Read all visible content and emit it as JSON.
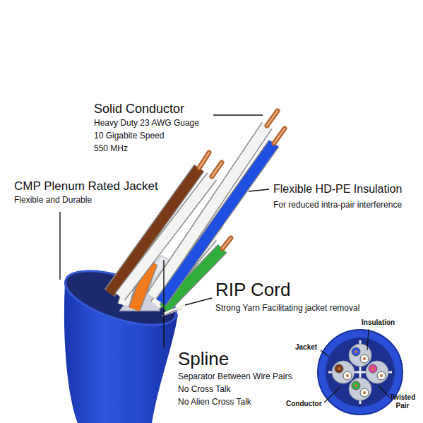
{
  "diagram": {
    "labels": [
      "Solid Conductor",
      "Heavy Duty 23 AWG Guage",
      "10 Gigabite Speed",
      "550 MHz",
      "CMP Plenum Rated Jacket",
      "Flexible and Durable",
      "Flexible HD-PE Insulation",
      "For reduced intra-pair interference",
      "RIP Cord",
      "Strong Yarn Facilitating jacket removal",
      "Spline",
      "Separator Between Wire Pairs",
      "No Cross Talk",
      "No Alien Cross Talk",
      "Insulation",
      "Jacket",
      "Conductor",
      "Twisted Pair"
    ]
  }
}
